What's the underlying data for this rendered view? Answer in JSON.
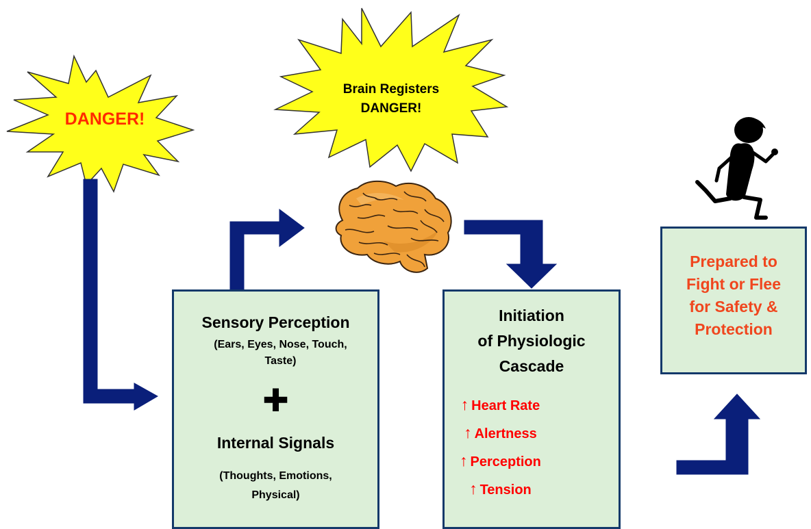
{
  "bursts": {
    "danger": "DANGER!",
    "brain_registers": [
      "Brain Registers",
      "DANGER!"
    ]
  },
  "sensory_box": {
    "title": "Sensory Perception",
    "subtitle": [
      "(Ears, Eyes, Nose, Touch,",
      "Taste)"
    ],
    "plus": "✚",
    "internal_title": "Internal Signals",
    "internal_subtitle": [
      "(Thoughts, Emotions,",
      "Physical)"
    ]
  },
  "cascade_box": {
    "title": [
      "Initiation",
      "of Physiologic",
      "Cascade"
    ],
    "arrow_symbol": "↑",
    "effects": [
      "Heart Rate",
      "Alertness",
      "Perception",
      "Tension"
    ]
  },
  "outcome_box": {
    "lines": [
      "Prepared to",
      "Fight or Flee",
      "for Safety &",
      "Protection"
    ]
  },
  "colors": {
    "arrow": "#0a1f7a",
    "box_fill": "#dcefd8",
    "box_border": "#14396a",
    "burst_fill": "#ffff1a",
    "danger_text": "#ff2a00",
    "effect_text": "#ff0000",
    "outcome_text": "#f0461e"
  },
  "icons": [
    "starburst-icon",
    "brain-icon",
    "running-figure-icon",
    "elbow-arrow-icon",
    "plus-icon",
    "up-arrow-icon"
  ]
}
